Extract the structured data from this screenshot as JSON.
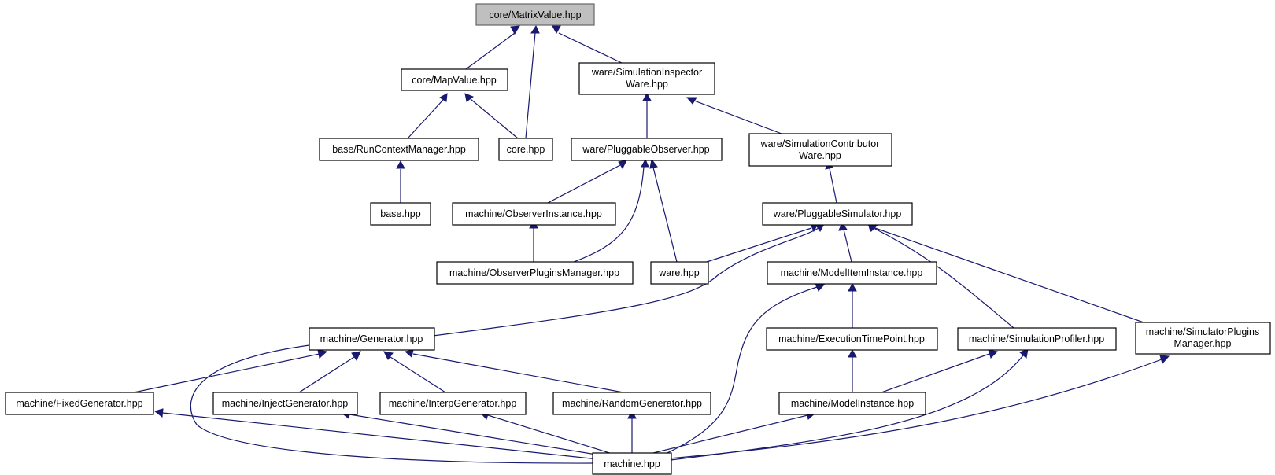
{
  "nodes": {
    "matrixvalue": "core/MatrixValue.hpp",
    "mapvalue": "core/MapValue.hpp",
    "siminspector_l1": "ware/SimulationInspector",
    "siminspector_l2": "Ware.hpp",
    "runcontext": "base/RunContextManager.hpp",
    "corehpp": "core.hpp",
    "pluggableobserver": "ware/PluggableObserver.hpp",
    "simcontrib_l1": "ware/SimulationContributor",
    "simcontrib_l2": "Ware.hpp",
    "basehpp": "base.hpp",
    "observerinstance": "machine/ObserverInstance.hpp",
    "pluggablesimulator": "ware/PluggableSimulator.hpp",
    "observerplugins": "machine/ObserverPluginsManager.hpp",
    "warehpp": "ware.hpp",
    "modeliteminstance": "machine/ModelItemInstance.hpp",
    "generator": "machine/Generator.hpp",
    "executiontimepoint": "machine/ExecutionTimePoint.hpp",
    "simprofiler": "machine/SimulationProfiler.hpp",
    "simplugins_l1": "machine/SimulatorPlugins",
    "simplugins_l2": "Manager.hpp",
    "fixedgen": "machine/FixedGenerator.hpp",
    "injectgen": "machine/InjectGenerator.hpp",
    "interpgen": "machine/InterpGenerator.hpp",
    "randomgen": "machine/RandomGenerator.hpp",
    "modelinstance": "machine/ModelInstance.hpp",
    "machinehpp": "machine.hpp"
  },
  "colors": {
    "edge": "#191970",
    "root_fill": "#bfbfbf",
    "node_fill": "#ffffff",
    "node_border": "#000000"
  }
}
